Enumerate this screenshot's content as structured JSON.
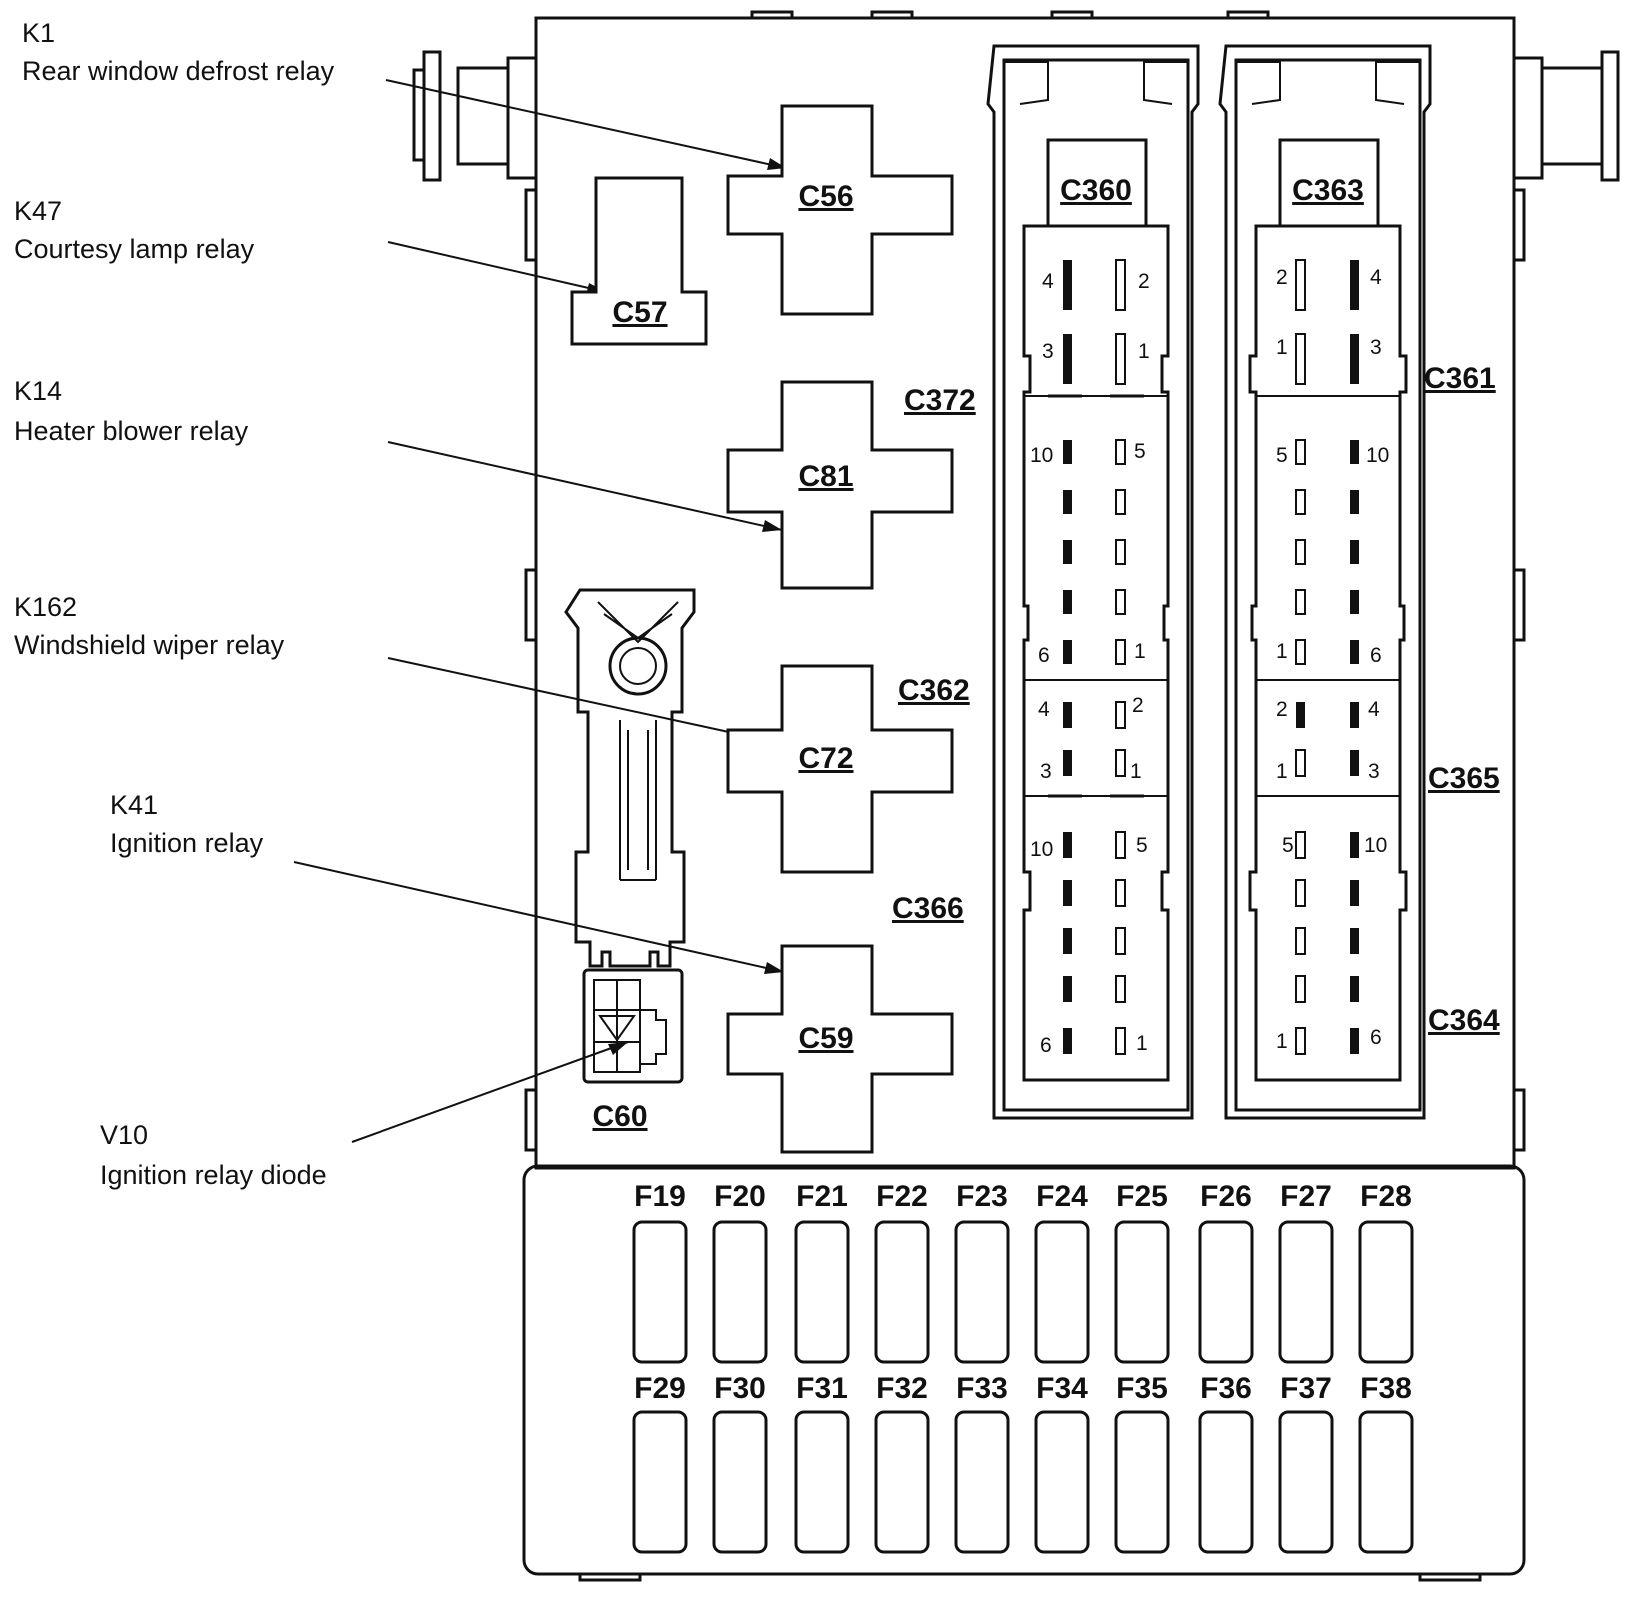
{
  "callouts": [
    {
      "code": "K1",
      "description": "Rear window defrost relay"
    },
    {
      "code": "K47",
      "description": "Courtesy lamp relay"
    },
    {
      "code": "K14",
      "description": "Heater blower relay"
    },
    {
      "code": "K162",
      "description": "Windshield wiper relay"
    },
    {
      "code": "K41",
      "description": "Ignition relay"
    },
    {
      "code": "V10",
      "description": "Ignition relay diode"
    }
  ],
  "relays": {
    "c56": "C56",
    "c57": "C57",
    "c81": "C81",
    "c72": "C72",
    "c59": "C59",
    "c60": "C60"
  },
  "connectors": {
    "c360": "C360",
    "c363": "C363",
    "c372": "C372",
    "c361": "C361",
    "c362": "C362",
    "c365": "C365",
    "c366": "C366",
    "c364": "C364"
  },
  "pins": {
    "left_top": [
      "4",
      "2",
      "3",
      "1"
    ],
    "left_mid": [
      "10",
      "5",
      "6",
      "1"
    ],
    "left_small": [
      "4",
      "2",
      "3",
      "1"
    ],
    "left_bottom": [
      "10",
      "5",
      "6",
      "1"
    ],
    "right_top": [
      "2",
      "4",
      "1",
      "3"
    ],
    "right_mid": [
      "5",
      "10",
      "1",
      "6"
    ],
    "right_small": [
      "2",
      "4",
      "1",
      "3"
    ],
    "right_bottom": [
      "5",
      "10",
      "1",
      "6"
    ]
  },
  "fuses_row1": [
    "F19",
    "F20",
    "F21",
    "F22",
    "F23",
    "F24",
    "F25",
    "F26",
    "F27",
    "F28"
  ],
  "fuses_row2": [
    "F29",
    "F30",
    "F31",
    "F32",
    "F33",
    "F34",
    "F35",
    "F36",
    "F37",
    "F38"
  ]
}
